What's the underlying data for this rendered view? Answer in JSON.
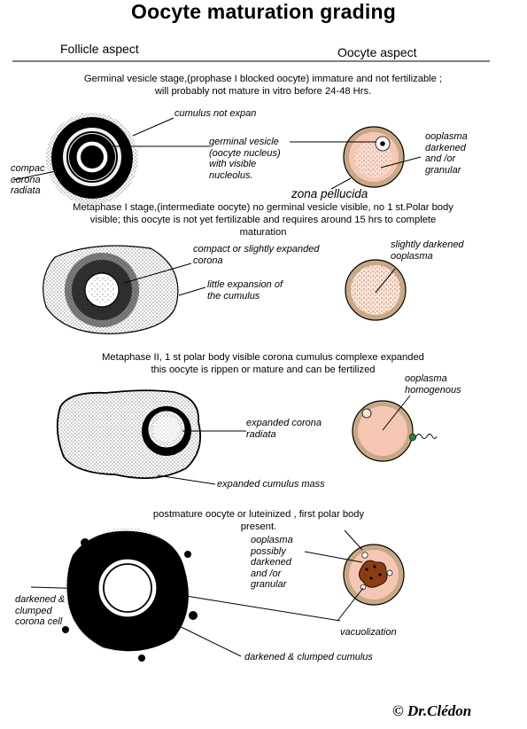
{
  "title": "Oocyte maturation grading",
  "headers": {
    "follicle": "Follicle aspect",
    "oocyte": "Oocyte aspect"
  },
  "stages": [
    {
      "text_lines": [
        "Germinal vesicle stage,(prophase I blocked oocyte) immature and not fertilizable  ;",
        "will probably not mature in vitro before 24-48 Hrs."
      ],
      "labels": {
        "cumulus": "cumulus not expan",
        "germinal_vesicle": [
          "germinal vesicle",
          "(oocyte nucleus)",
          "with visible",
          "nucleolus."
        ],
        "corona": [
          "compac",
          "corona",
          "radiata"
        ],
        "ooplasma": [
          "ooplasma",
          "darkened",
          "and /or",
          "granular"
        ],
        "zona": "zona pellucida"
      }
    },
    {
      "text_lines": [
        "Metaphase I stage,(intermediate oocyte) no germinal vesicle visible, no 1 st.Polar body",
        "visible; this oocyte is not yet fertilizable and requires around 15 hrs to complete",
        "maturation"
      ],
      "labels": {
        "corona": [
          "compact or slightly expanded",
          "corona"
        ],
        "cumulus": [
          "little expansion of",
          "the cumulus"
        ],
        "ooplasma": [
          "slightly darkened",
          "ooplasma"
        ]
      }
    },
    {
      "text_lines": [
        "Metaphase II, 1 st polar body visible corona cumulus complexe expanded",
        "this oocyte is rippen or mature and can be fertilized"
      ],
      "labels": {
        "ooplasma": [
          "ooplasma",
          "homogenous"
        ],
        "corona": [
          "expanded corona",
          "radiata"
        ],
        "cumulus": "expanded cumulus mass"
      }
    },
    {
      "text_lines": [
        "postmature  oocyte or  luteinized , first polar body",
        "present."
      ],
      "labels": {
        "ooplasma": [
          "ooplasma",
          "possibly",
          "darkened",
          "and /or",
          "granular"
        ],
        "corona": [
          "darkened &",
          "clumped",
          "corona cell"
        ],
        "vacuolization": "vacuolization",
        "cumulus": "darkened & clumped cumulus"
      }
    }
  ],
  "signature": "© Dr.Clédon",
  "colors": {
    "ink": "#000000",
    "cytoplasm": "#f6c6b4",
    "zona": "#c7a884",
    "cumulus_fill": "#e4e4e4",
    "granule": "#8a3d12",
    "sperm": "#2a7f4f"
  }
}
